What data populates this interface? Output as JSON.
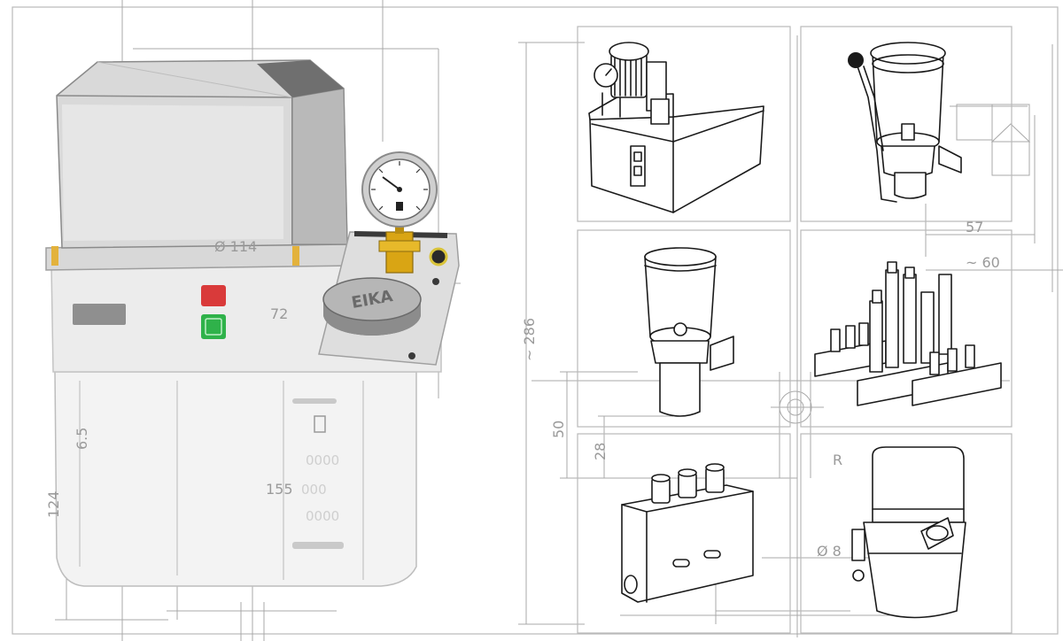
{
  "sheet": {
    "dimensions": {
      "d114": "Ø 114",
      "d72": "72",
      "d6_5": "6.5",
      "d155": "155",
      "d124": "124",
      "d286": "~ 286",
      "d50": "50",
      "d28": "28",
      "d57": "57",
      "d60": "~ 60",
      "dR": "R",
      "d8": "Ø 8"
    },
    "brand_plate": "EIKA",
    "reservoir_labels": [
      "",
      ""
    ],
    "colors": {
      "gauge_brass": "#d9a514",
      "indicator_red": "#d93a3a",
      "indicator_green": "#2fb24a",
      "line_art": "#1a1a1a",
      "dimension_grey": "#a8a8a8"
    },
    "panels": [
      {
        "name": "motor-pump-unit-panel"
      },
      {
        "name": "hand-lever-pump-panel"
      },
      {
        "name": "grease-cup-panel"
      },
      {
        "name": "distributor-manifold-panel"
      },
      {
        "name": "three-port-block-panel"
      },
      {
        "name": "small-pump-reservoir-panel"
      }
    ]
  }
}
